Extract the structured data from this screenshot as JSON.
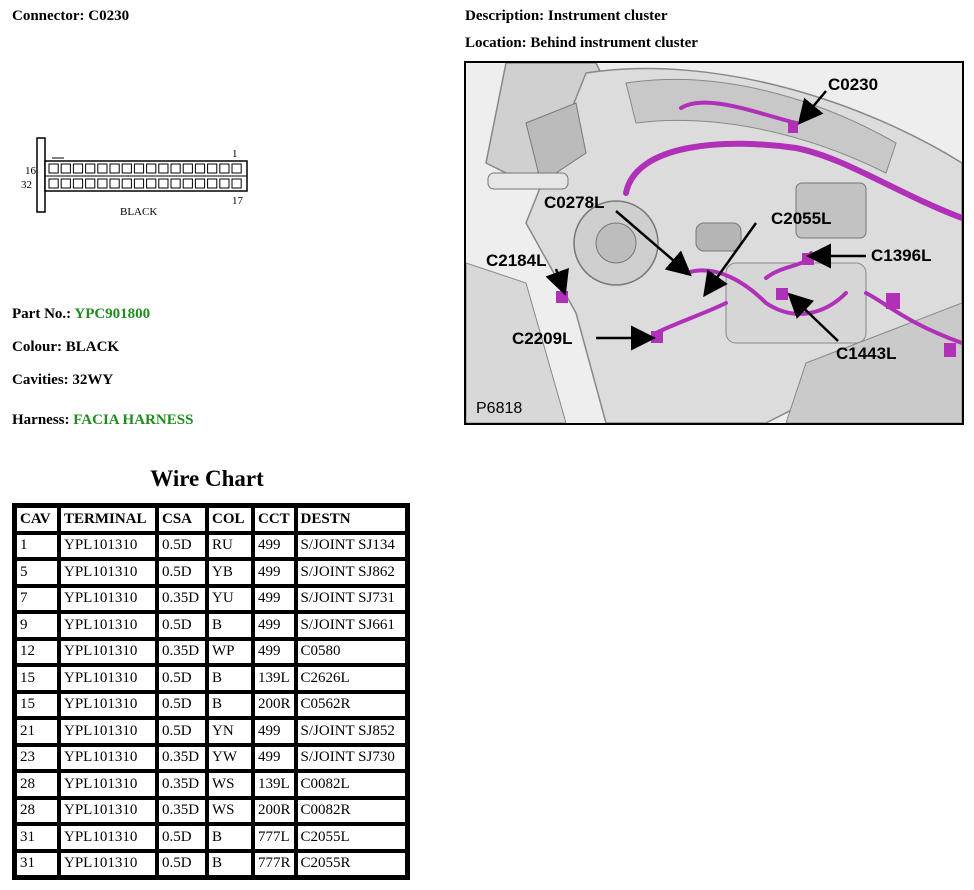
{
  "connector": {
    "label": "Connector:",
    "value": "C0230"
  },
  "description": {
    "label": "Description:",
    "value": "Instrument cluster"
  },
  "location": {
    "label": "Location:",
    "value": "Behind instrument cluster"
  },
  "part_no": {
    "label": "Part No.:",
    "value": "YPC901800"
  },
  "colour": {
    "label": "Colour:",
    "value": "BLACK"
  },
  "cavities": {
    "label": "Cavities:",
    "value": "32WY"
  },
  "harness": {
    "label": "Harness:",
    "value": "FACIA HARNESS"
  },
  "connector_diagram": {
    "pin_top_left": "16",
    "pin_bottom_left": "32",
    "pin_top_right": "1",
    "pin_bottom_right": "17",
    "body_label": "BLACK"
  },
  "photo": {
    "image_ref": "P6818",
    "callouts": [
      "C0230",
      "C0278L",
      "C2055L",
      "C2184L",
      "C1396L",
      "C2209L",
      "C1443L"
    ],
    "harness_color": "#b030b8"
  },
  "wire_chart": {
    "title": "Wire Chart",
    "headers": [
      "CAV",
      "TERMINAL",
      "CSA",
      "COL",
      "CCT",
      "DESTN"
    ],
    "rows": [
      [
        "1",
        "YPL101310",
        "0.5D",
        "RU",
        "499",
        "S/JOINT SJ134"
      ],
      [
        "5",
        "YPL101310",
        "0.5D",
        "YB",
        "499",
        "S/JOINT SJ862"
      ],
      [
        "7",
        "YPL101310",
        "0.35D",
        "YU",
        "499",
        "S/JOINT SJ731"
      ],
      [
        "9",
        "YPL101310",
        "0.5D",
        "B",
        "499",
        "S/JOINT SJ661"
      ],
      [
        "12",
        "YPL101310",
        "0.35D",
        "WP",
        "499",
        "C0580"
      ],
      [
        "15",
        "YPL101310",
        "0.5D",
        "B",
        "139L",
        "C2626L"
      ],
      [
        "15",
        "YPL101310",
        "0.5D",
        "B",
        "200R",
        "C0562R"
      ],
      [
        "21",
        "YPL101310",
        "0.5D",
        "YN",
        "499",
        "S/JOINT SJ852"
      ],
      [
        "23",
        "YPL101310",
        "0.35D",
        "YW",
        "499",
        "S/JOINT SJ730"
      ],
      [
        "28",
        "YPL101310",
        "0.35D",
        "WS",
        "139L",
        "C0082L"
      ],
      [
        "28",
        "YPL101310",
        "0.35D",
        "WS",
        "200R",
        "C0082R"
      ],
      [
        "31",
        "YPL101310",
        "0.5D",
        "B",
        "777L",
        "C2055L"
      ],
      [
        "31",
        "YPL101310",
        "0.5D",
        "B",
        "777R",
        "C2055R"
      ]
    ]
  }
}
